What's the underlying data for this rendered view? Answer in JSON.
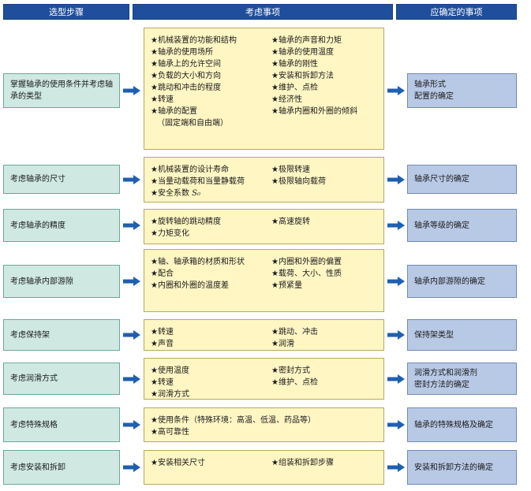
{
  "header": {
    "col1": "选型步骤",
    "col2": "考虑事项",
    "col3": "应确定的事项"
  },
  "rows": [
    {
      "step": "掌握轴承的使用条件并考虑轴承的类型",
      "items_left": [
        "★机械装置的功能和结构",
        "★轴承的使用场所",
        "★轴承上的允许空间",
        "★负载的大小和方向",
        "★跳动和冲击的程度",
        "★转速",
        "★轴承的配置",
        "（固定端和自由端）"
      ],
      "items_right": [
        "★轴承的声音和力矩",
        "★轴承的使用温度",
        "★轴承的刚性",
        "★安装和拆卸方法",
        "★维护、点检",
        "★经济性",
        "★轴承内圈和外圈的倾斜"
      ],
      "result": "轴承形式\n配置的确定"
    },
    {
      "step": "考虑轴承的尺寸",
      "items_left": [
        "★机械装置的设计寿命",
        "★当量动载荷和当量静载荷",
        "★安全系数 "
      ],
      "items_left_sub": "S₀",
      "items_right": [
        "★极限转速",
        "★极限轴向载荷"
      ],
      "result": "轴承尺寸的确定"
    },
    {
      "step": "考虑轴承的精度",
      "items_left": [
        "★旋转轴的跳动精度",
        "★力矩变化"
      ],
      "items_right": [
        "★高速旋转"
      ],
      "result": "轴承等级的确定"
    },
    {
      "step": "考虑轴承内部游隙",
      "items_left": [
        "★轴、轴承箱的材质和形状",
        "★配合",
        "★内圈和外圈的温度差"
      ],
      "items_right": [
        "★内圈和外圈的偏置",
        "★载荷、大小、性质",
        "★预紧量"
      ],
      "result": "轴承内部游隙的确定"
    },
    {
      "step": "考虑保持架",
      "items_left": [
        "★转速",
        "★声音"
      ],
      "items_right": [
        "★跳动、冲击",
        "★润滑"
      ],
      "result": "保持架类型"
    },
    {
      "step": "考虑润滑方式",
      "items_left": [
        "★使用温度",
        "★转速",
        "★润滑方式"
      ],
      "items_right": [
        "★密封方式",
        "★维护、点检"
      ],
      "result": "润滑方式和润滑剂\n密封方法的确定"
    },
    {
      "step": "考虑特殊规格",
      "items_full": [
        "★使用条件（特殊环境：高温、低温、药品等）",
        "★高可靠性"
      ],
      "result": "轴承的特殊规格及确定"
    },
    {
      "step": "考虑安装和拆卸",
      "items_left": [
        "★安装相关尺寸"
      ],
      "items_right": [
        "★组装和拆卸步骤"
      ],
      "result": "安装和拆卸方法的确定"
    }
  ],
  "colors": {
    "header_bg": "#1f4e9c",
    "step_bg": "#cfe9e2",
    "considerations_bg": "#fff6c4",
    "result_bg": "#b8c9e6",
    "arrow": "#1f5fb0"
  },
  "icons": {
    "arrow": "arrow-right-icon"
  }
}
